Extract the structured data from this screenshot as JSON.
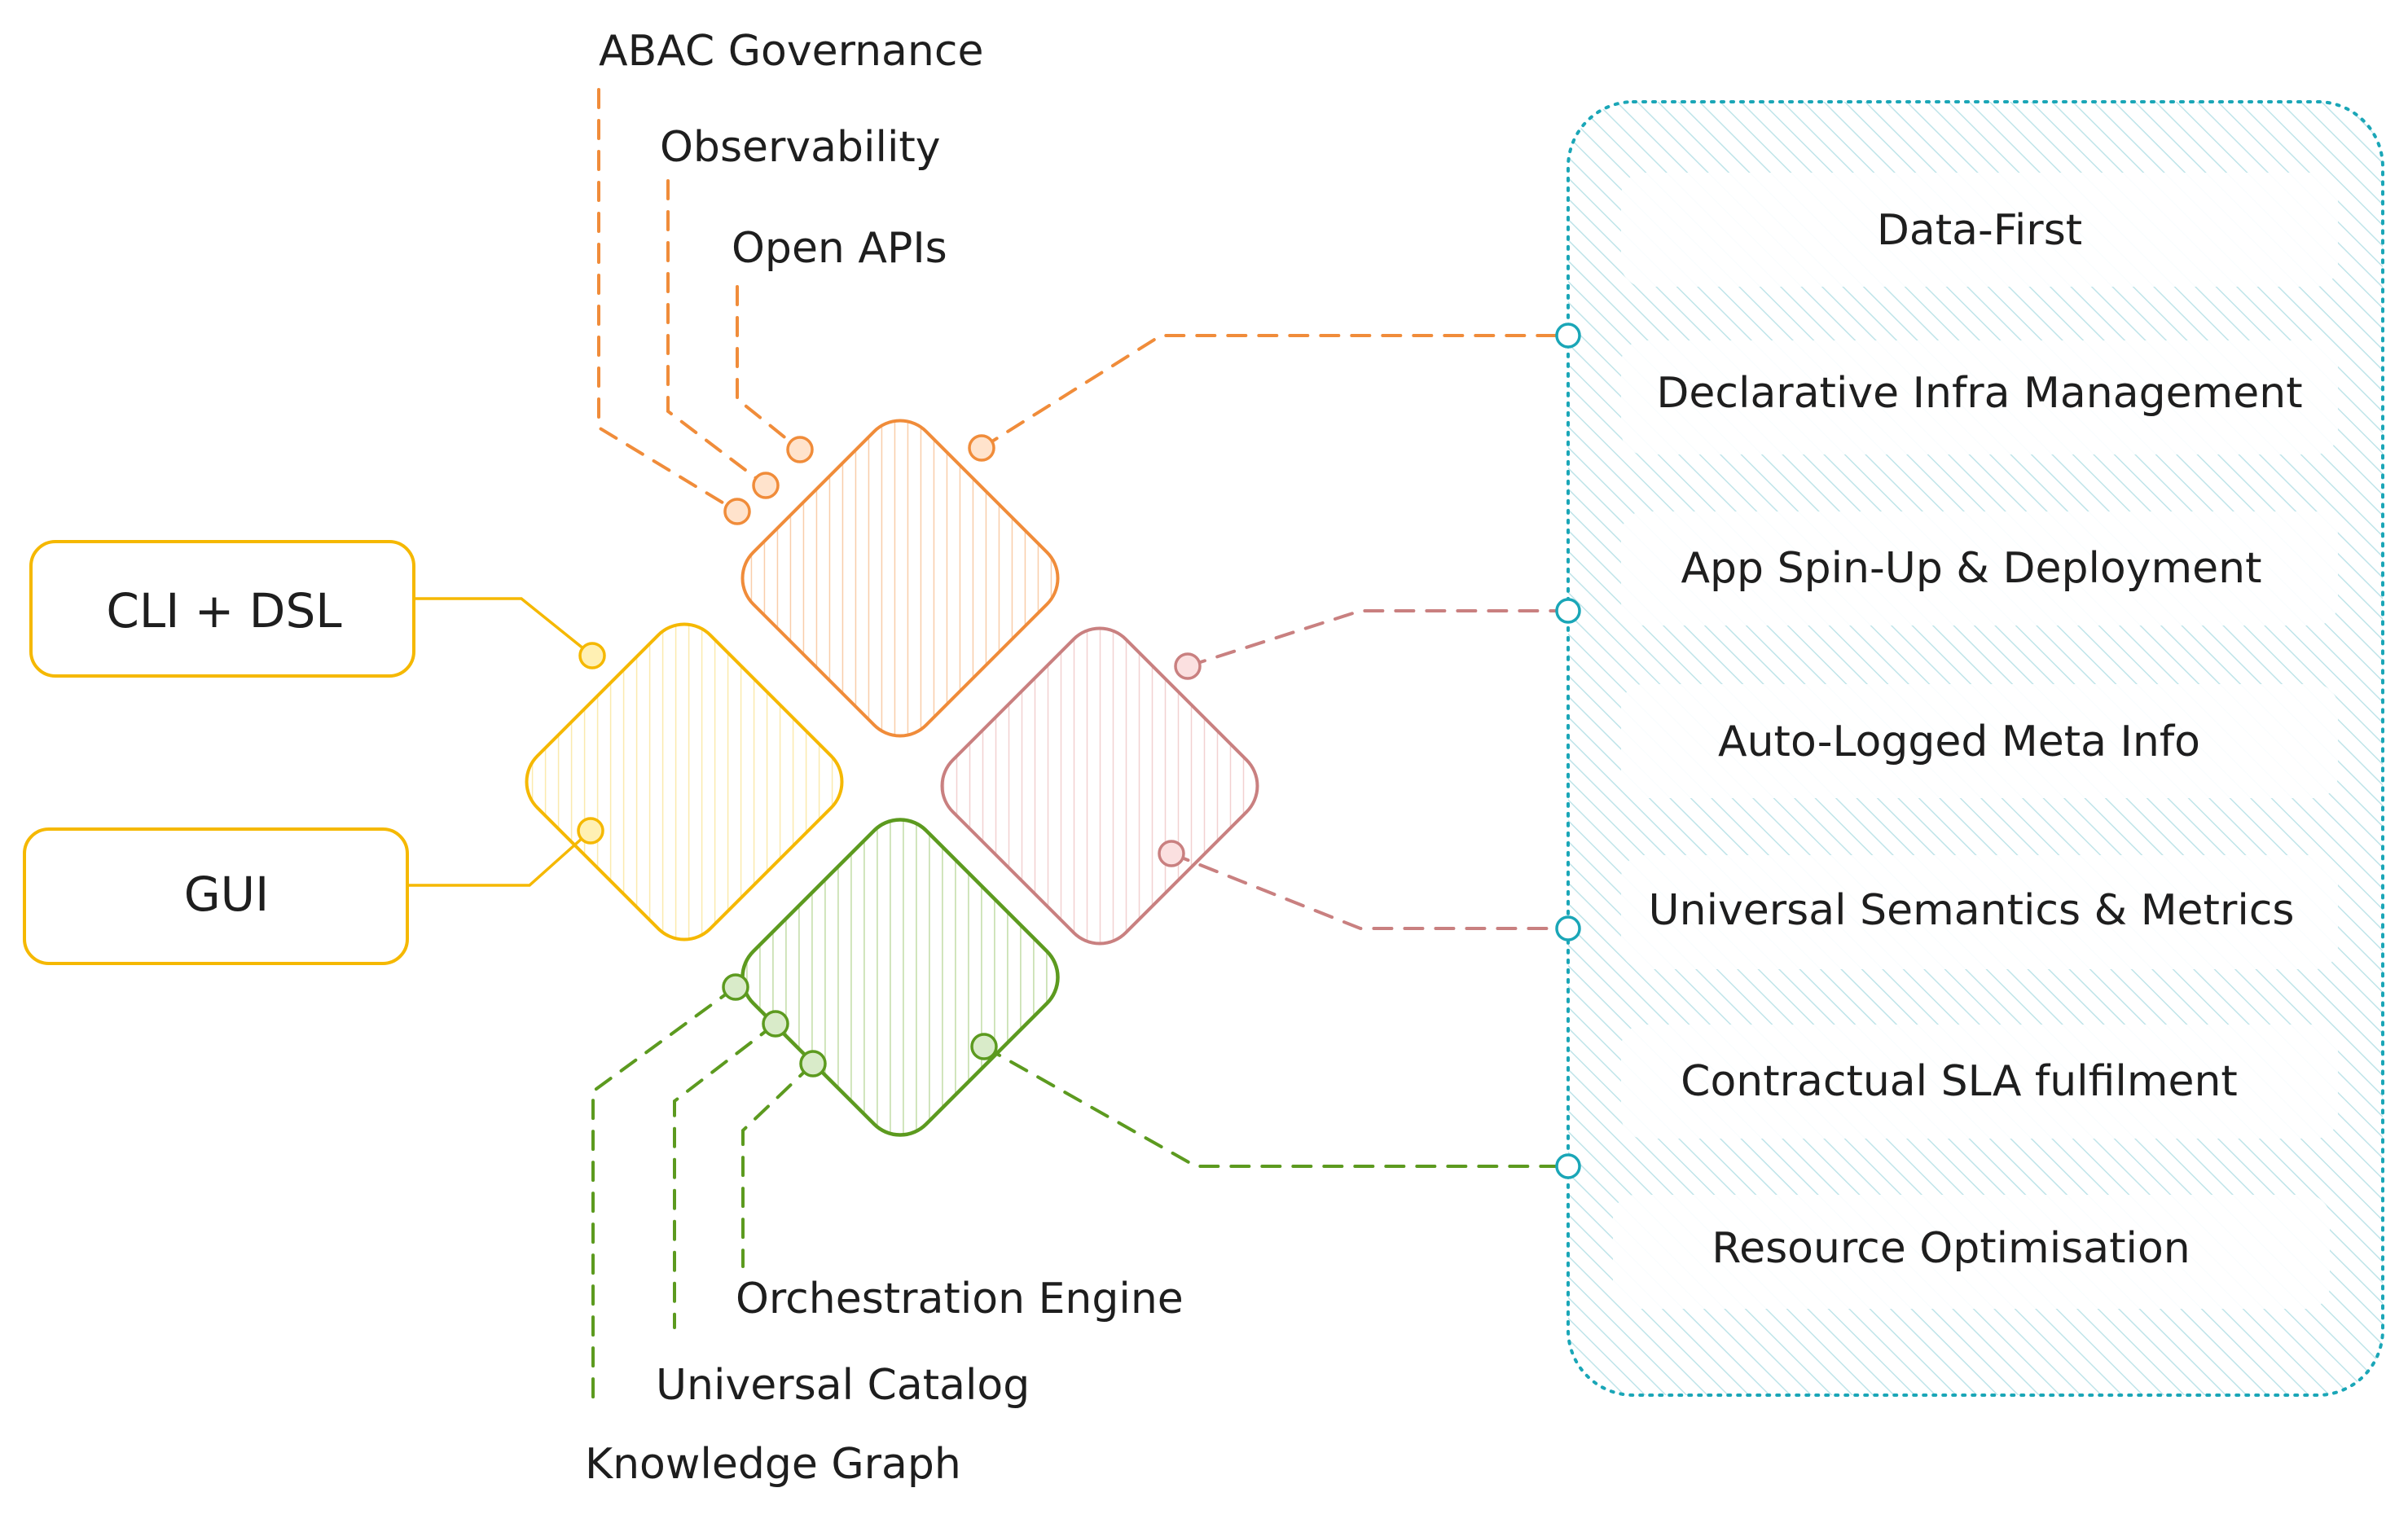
{
  "colors": {
    "orange": "#f08c3a",
    "yellow": "#f5b800",
    "pink": "#c98080",
    "green": "#5c9a1f",
    "teal": "#1aa6b7",
    "orange_fill": "#ffe3cc",
    "yellow_fill": "#fff0b3",
    "pink_fill": "#fbe0e0",
    "green_fill": "#d9ebc9",
    "teal_fill": "#d4eef2"
  },
  "top_labels": [
    "ABAC Governance",
    "Observability",
    "Open APIs"
  ],
  "bottom_labels": [
    "Orchestration Engine",
    "Universal Catalog",
    "Knowledge Graph"
  ],
  "interfaces": [
    "CLI + DSL",
    "GUI"
  ],
  "features": [
    "Data-First",
    "Declarative Infra Management",
    "App Spin-Up & Deployment",
    "Auto-Logged Meta Info",
    "Universal Semantics & Metrics",
    "Contractual SLA fulfilment",
    "Resource Optimisation"
  ]
}
